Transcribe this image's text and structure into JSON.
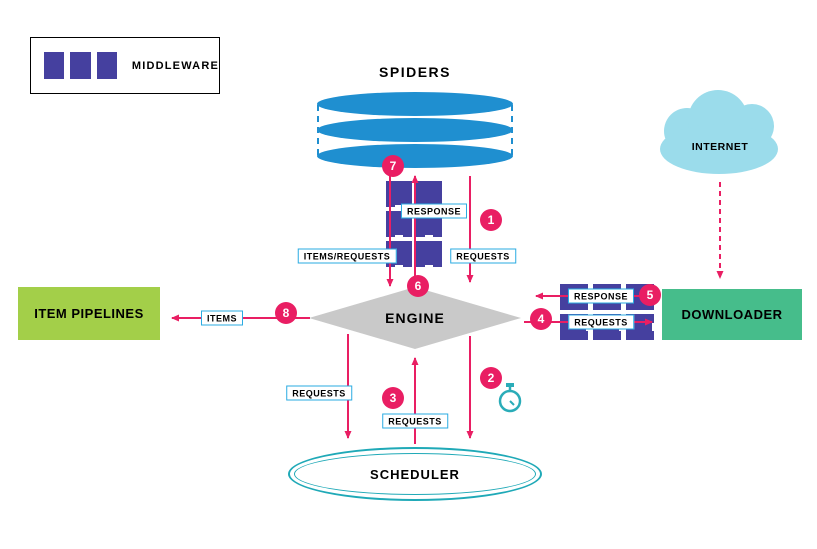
{
  "legend": {
    "label": "MIDDLEWARE"
  },
  "nodes": {
    "spiders": "SPIDERS",
    "internet": "INTERNET",
    "engine": "ENGINE",
    "item_pipelines": "ITEM PIPELINES",
    "downloader": "DOWNLOADER",
    "scheduler": "SCHEDULER"
  },
  "flow_labels": {
    "spider_response": "RESPONSE",
    "spider_items_requests": "ITEMS/REQUESTS",
    "spider_requests": "REQUESTS",
    "downloader_response": "RESPONSE",
    "downloader_requests": "REQUESTS",
    "pipeline_items": "ITEMS",
    "engine_to_scheduler_requests": "REQUESTS",
    "scheduler_to_engine_requests": "REQUESTS"
  },
  "steps": {
    "s1": "1",
    "s2": "2",
    "s3": "3",
    "s4": "4",
    "s5": "5",
    "s6": "6",
    "s7": "7",
    "s8": "8"
  },
  "colors": {
    "accent_pink": "#e91e63",
    "middleware_purple": "#45409f",
    "spiders_blue": "#1f8fd0",
    "item_pipelines_green": "#a3cf49",
    "downloader_green": "#46bd8b",
    "engine_gray": "#c9c9c9",
    "scheduler_teal": "#1fa9b7",
    "internet_cloud_cyan": "#9bdceb",
    "flow_label_border_blue": "#2aabe2"
  }
}
